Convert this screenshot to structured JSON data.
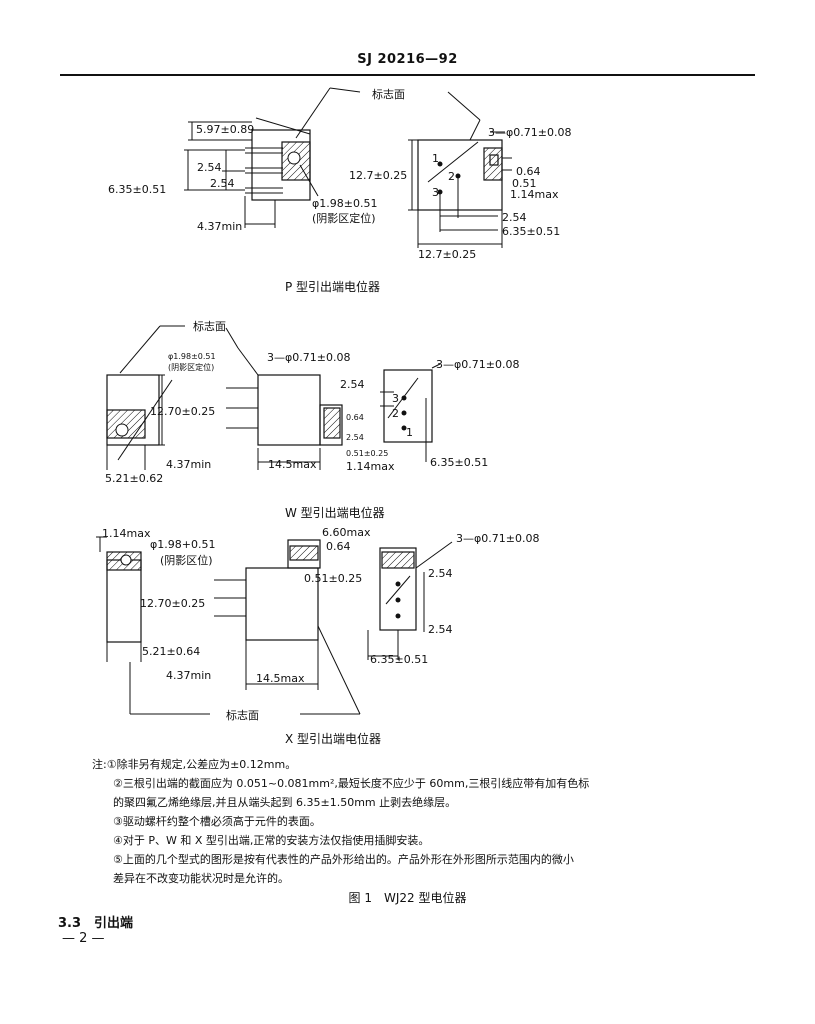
{
  "header": {
    "doc_number": "SJ 20216—92"
  },
  "figure_p": {
    "caption": "P 型引出端电位器",
    "marking_face": "标志面",
    "dims": {
      "d597": "5.97±0.89",
      "d254a": "2.54",
      "d254b": "2.54",
      "d635": "6.35±0.51",
      "d437": "4.37min",
      "phi198": "φ1.98±0.51",
      "shade_note": "(阴影区定位)",
      "holes": "3—φ0.71±0.08",
      "d127v": "12.7±0.25",
      "d127h": "12.7±0.25",
      "d064": "0.64",
      "d051": "0.51",
      "d114": "1.14max",
      "d254c": "2.54",
      "d635b": "6.35±0.51"
    },
    "pins": [
      "1",
      "2",
      "3"
    ]
  },
  "figure_w": {
    "caption": "W 型引出端电位器",
    "marking_face": "标志面",
    "dims": {
      "phi198": "φ1.98±0.51",
      "shade_note": "(阴影区定位)",
      "holes_a": "3—φ0.71±0.08",
      "holes_b": "3—φ0.71±0.08",
      "d1270": "12.70±0.25",
      "d437": "4.37min",
      "d145": "14.5max",
      "d114": "1.14max",
      "d521": "5.21±0.62",
      "d254a": "2.54",
      "d254b": "2.54",
      "d064": "0.64",
      "d051": "0.51±0.25",
      "d635": "6.35±0.51"
    },
    "pins": [
      "3",
      "2",
      "1"
    ]
  },
  "figure_x": {
    "caption": "X 型引出端电位器",
    "marking_face": "标志面",
    "dims": {
      "d114": "1.14max",
      "phi198": "φ1.98+0.51",
      "shade_note": "(阴影区位)",
      "d660": "6.60max",
      "d064": "0.64",
      "holes": "3—φ0.71±0.08",
      "d1270": "12.70±0.25",
      "d051": "0.51±0.25",
      "d254a": "2.54",
      "d254b": "2.54",
      "d521": "5.21±0.64",
      "d437": "4.37min",
      "d145": "14.5max",
      "d635": "6.35±0.51"
    }
  },
  "notes": {
    "label": "注:",
    "items": [
      "①除非另有规定,公差应为±0.12mm。",
      "②三根引出端的截面应为 0.051~0.081mm²,最短长度不应少于 60mm,三根引线应带有加有色标",
      "的聚四氟乙烯绝缘层,并且从端头起到 6.35±1.50mm 止剥去绝缘层。",
      "③驱动螺杆约整个槽必须高于元件的表面。",
      "④对于 P、W 和 X 型引出端,正常的安装方法仅指使用插脚安装。",
      "⑤上面的几个型式的图形是按有代表性的产品外形给出的。产品外形在外形图所示范围内的微小",
      "差异在不改变功能状况时是允许的。"
    ]
  },
  "figure_caption": "图 1　WJ22 型电位器",
  "section_heading": "3.3　引出端",
  "page_number": "— 2 —"
}
